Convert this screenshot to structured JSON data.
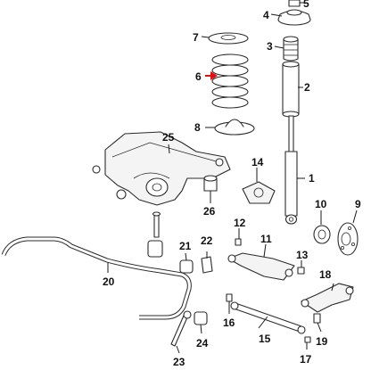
{
  "callouts": [
    {
      "id": "c1",
      "label": "1"
    },
    {
      "id": "c2",
      "label": "2"
    },
    {
      "id": "c3",
      "label": "3"
    },
    {
      "id": "c4",
      "label": "4"
    },
    {
      "id": "c5",
      "label": "5"
    },
    {
      "id": "c6",
      "label": "6"
    },
    {
      "id": "c7",
      "label": "7"
    },
    {
      "id": "c8",
      "label": "8"
    },
    {
      "id": "c9",
      "label": "9"
    },
    {
      "id": "c10",
      "label": "10"
    },
    {
      "id": "c11",
      "label": "11"
    },
    {
      "id": "c12",
      "label": "12"
    },
    {
      "id": "c13",
      "label": "13"
    },
    {
      "id": "c14",
      "label": "14"
    },
    {
      "id": "c15",
      "label": "15"
    },
    {
      "id": "c16",
      "label": "16"
    },
    {
      "id": "c17",
      "label": "17"
    },
    {
      "id": "c18",
      "label": "18"
    },
    {
      "id": "c19",
      "label": "19"
    },
    {
      "id": "c20",
      "label": "20"
    },
    {
      "id": "c21",
      "label": "21"
    },
    {
      "id": "c22",
      "label": "22"
    },
    {
      "id": "c23",
      "label": "23"
    },
    {
      "id": "c24",
      "label": "24"
    },
    {
      "id": "c25",
      "label": "25"
    },
    {
      "id": "c26",
      "label": "26"
    }
  ],
  "colors": {
    "line": "#2b2b2b",
    "highlight_arrow": "#e01010",
    "background": "#ffffff"
  }
}
